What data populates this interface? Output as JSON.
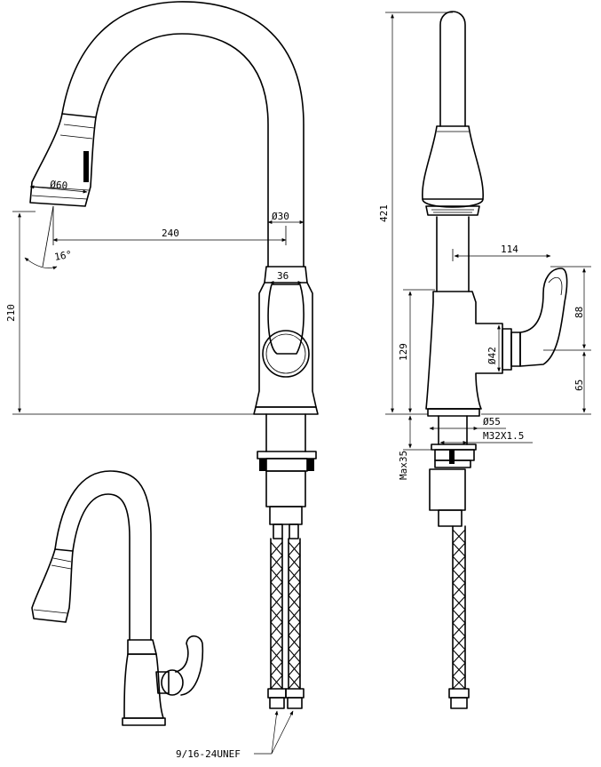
{
  "colors": {
    "line": "#000000",
    "background": "#ffffff"
  },
  "dimensions": {
    "spray_dia": "Ø60",
    "spout_dia": "Ø30",
    "reach": "240",
    "spray_angle": "16°",
    "handle_base": "36",
    "spout_height": "210",
    "total_height": "421",
    "handle_reach": "114",
    "handle_height": "88",
    "handle_base_height": "65",
    "body_height": "129",
    "body_dia": "Ø42",
    "base_dia": "Ø55",
    "thread": "M32X1.5",
    "max_deck": "Max35",
    "hose_connector": "9/16-24UNEF"
  }
}
